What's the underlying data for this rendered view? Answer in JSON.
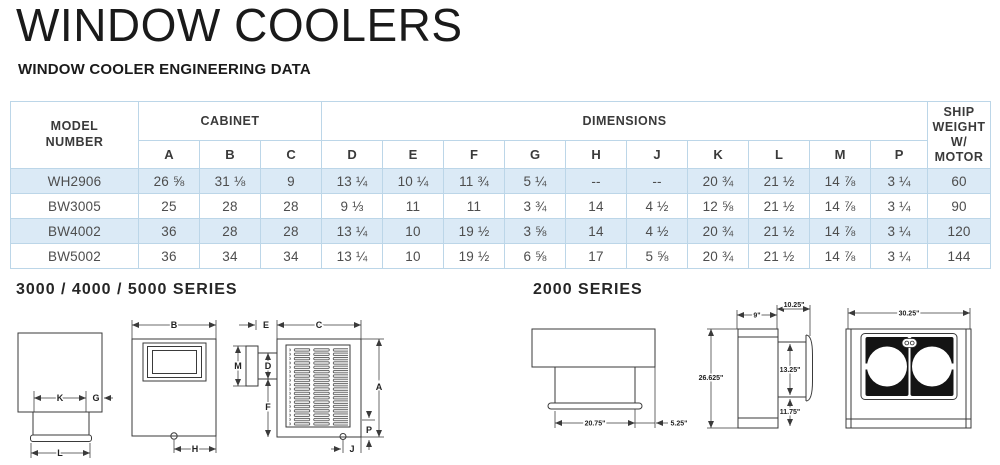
{
  "page": {
    "title": "WINDOW COOLERS",
    "subtitle": "WINDOW COOLER ENGINEERING DATA"
  },
  "table": {
    "headers": {
      "model": "MODEL NUMBER",
      "cabinet": "CABINET",
      "dimensions": "DIMENSIONS",
      "ship_weight": "SHIP WEIGHT W/ MOTOR",
      "letters": [
        "A",
        "B",
        "C",
        "D",
        "E",
        "F",
        "G",
        "H",
        "J",
        "K",
        "L",
        "M",
        "P"
      ]
    },
    "rows": [
      {
        "model": "WH2906",
        "values": [
          "26 ⅝",
          "31 ⅛",
          "9",
          "13 ¼",
          "10 ¼",
          "11 ¾",
          "5 ¼",
          "--",
          "--",
          "20 ¾",
          "21 ½",
          "14 ⅞",
          "3 ¼"
        ],
        "weight": "60"
      },
      {
        "model": "BW3005",
        "values": [
          "25",
          "28",
          "28",
          "9 ⅓",
          "11",
          "11",
          "3 ¾",
          "14",
          "4 ½",
          "12 ⅝",
          "21 ½",
          "14 ⅞",
          "3 ¼"
        ],
        "weight": "90"
      },
      {
        "model": "BW4002",
        "values": [
          "36",
          "28",
          "28",
          "13 ¼",
          "10",
          "19 ½",
          "3 ⅝",
          "14",
          "4 ½",
          "20 ¾",
          "21 ½",
          "14 ⅞",
          "3 ¼"
        ],
        "weight": "120"
      },
      {
        "model": "BW5002",
        "values": [
          "36",
          "34",
          "34",
          "13 ¼",
          "10",
          "19 ½",
          "6 ⅝",
          "17",
          "5 ⅝",
          "20 ¾",
          "21 ½",
          "14 ⅞",
          "3 ¼"
        ],
        "weight": "144"
      }
    ]
  },
  "sections": {
    "series_a": "3000  /  4000  /  5000  SERIES",
    "series_b": "2000 SERIES"
  },
  "diagrams": {
    "labels": {
      "K": "K",
      "G": "G",
      "L": "L",
      "B": "B",
      "H": "H",
      "E": "E",
      "C": "C",
      "M": "M",
      "D": "D",
      "F": "F",
      "A": "A",
      "P": "P",
      "J": "J"
    },
    "dims": {
      "w2075": "20.75\"",
      "w525": "5.25\"",
      "w9": "9\"",
      "w1025": "10.25\"",
      "h26625": "26.625\"",
      "h1325": "13.25\"",
      "h1175": "11.75\"",
      "w3025": "30.25\""
    }
  },
  "colors": {
    "row_alt": "#dbeaf6",
    "table_border": "#bcd6e8",
    "line": "#3a3a3a",
    "text": "#1c1c1c"
  }
}
